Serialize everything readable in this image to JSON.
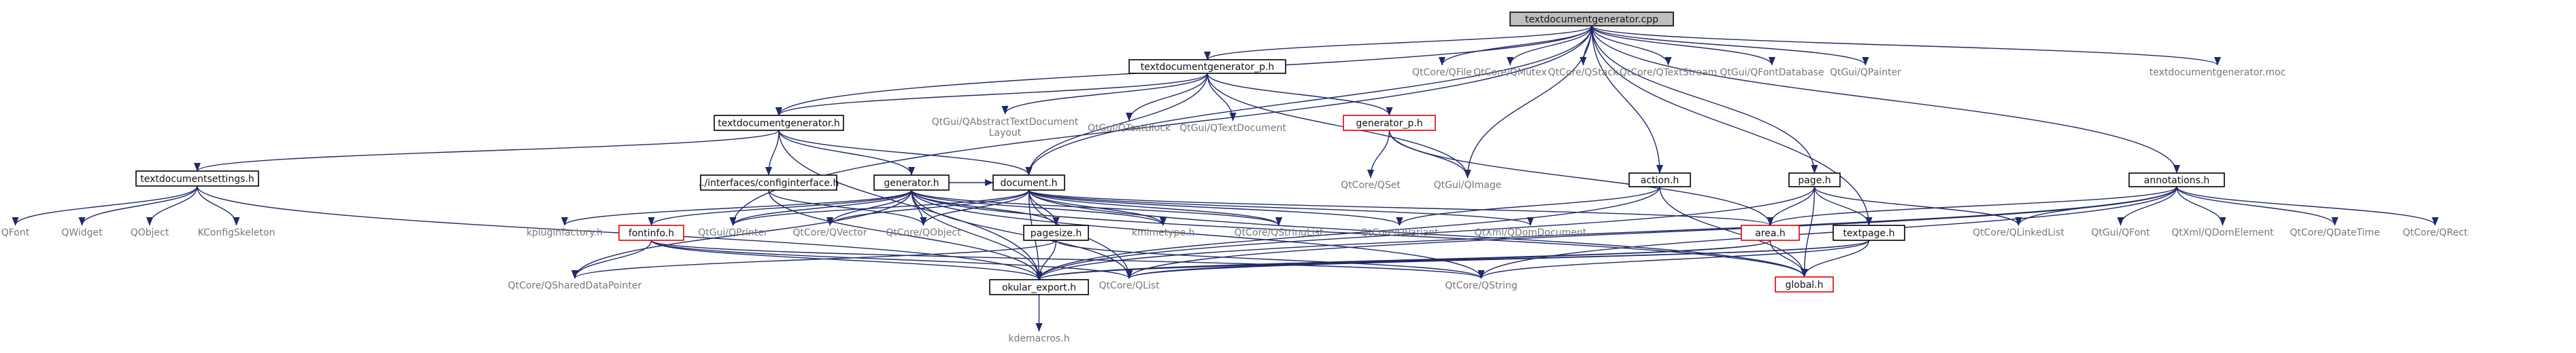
{
  "nodes": [
    {
      "id": "n0",
      "style": "root",
      "lines": [
        "textdocumentgenerator.cpp"
      ]
    },
    {
      "id": "n1",
      "style": "box",
      "lines": [
        "textdocumentgenerator_p.h"
      ]
    },
    {
      "id": "n2",
      "style": "none",
      "lines": [
        "QtCore/QFile"
      ]
    },
    {
      "id": "n3",
      "style": "none",
      "lines": [
        "QtCore/QMutex"
      ]
    },
    {
      "id": "n4",
      "style": "none",
      "lines": [
        "QtCore/QStack"
      ]
    },
    {
      "id": "n5",
      "style": "none",
      "lines": [
        "QtCore/QTextStream"
      ]
    },
    {
      "id": "n6",
      "style": "none",
      "lines": [
        "QtGui/QFontDatabase"
      ]
    },
    {
      "id": "n7",
      "style": "none",
      "lines": [
        "QtGui/QPainter"
      ]
    },
    {
      "id": "n8",
      "style": "none",
      "lines": [
        "textdocumentgenerator.moc"
      ]
    },
    {
      "id": "n9",
      "style": "box",
      "lines": [
        "textdocumentgenerator.h"
      ]
    },
    {
      "id": "n10",
      "style": "none",
      "lines": [
        "QtGui/QAbstractTextDocument",
        "Layout"
      ]
    },
    {
      "id": "n11",
      "style": "none",
      "lines": [
        "QtGui/QTextBlock"
      ]
    },
    {
      "id": "n12",
      "style": "none",
      "lines": [
        "QtGui/QTextDocument"
      ]
    },
    {
      "id": "n13",
      "style": "red",
      "lines": [
        "generator_p.h"
      ]
    },
    {
      "id": "n14",
      "style": "box",
      "lines": [
        "textdocumentsettings.h"
      ]
    },
    {
      "id": "n15",
      "style": "box",
      "lines": [
        "../interfaces/configinterface.h"
      ]
    },
    {
      "id": "n16",
      "style": "box",
      "lines": [
        "generator.h"
      ]
    },
    {
      "id": "n17",
      "style": "box",
      "lines": [
        "document.h"
      ]
    },
    {
      "id": "n18",
      "style": "none",
      "lines": [
        "QtCore/QSet"
      ]
    },
    {
      "id": "n19",
      "style": "none",
      "lines": [
        "QtGui/QImage"
      ]
    },
    {
      "id": "n20",
      "style": "box",
      "lines": [
        "action.h"
      ]
    },
    {
      "id": "n21",
      "style": "box",
      "lines": [
        "page.h"
      ]
    },
    {
      "id": "n22",
      "style": "box",
      "lines": [
        "annotations.h"
      ]
    },
    {
      "id": "n23",
      "style": "none",
      "lines": [
        "QFont"
      ]
    },
    {
      "id": "n24",
      "style": "none",
      "lines": [
        "QWidget"
      ]
    },
    {
      "id": "n25",
      "style": "none",
      "lines": [
        "QObject"
      ]
    },
    {
      "id": "n26",
      "style": "none",
      "lines": [
        "KConfigSkeleton"
      ]
    },
    {
      "id": "n27",
      "style": "none",
      "lines": [
        "kpluginfactory.h"
      ]
    },
    {
      "id": "n28",
      "style": "red",
      "lines": [
        "fontinfo.h"
      ]
    },
    {
      "id": "n29",
      "style": "none",
      "lines": [
        "QtGui/QPrinter"
      ]
    },
    {
      "id": "n30",
      "style": "none",
      "lines": [
        "QtCore/QVector"
      ]
    },
    {
      "id": "n31",
      "style": "none",
      "lines": [
        "QtCore/QObject"
      ]
    },
    {
      "id": "n32",
      "style": "box",
      "lines": [
        "pagesize.h"
      ]
    },
    {
      "id": "n33",
      "style": "none",
      "lines": [
        "kmimetype.h"
      ]
    },
    {
      "id": "n34",
      "style": "none",
      "lines": [
        "QtCore/QStringList"
      ]
    },
    {
      "id": "n35",
      "style": "none",
      "lines": [
        "QtCore/QVariant"
      ]
    },
    {
      "id": "n36",
      "style": "none",
      "lines": [
        "QtXml/QDomDocument"
      ]
    },
    {
      "id": "n37",
      "style": "red",
      "lines": [
        "area.h"
      ]
    },
    {
      "id": "n38",
      "style": "box",
      "lines": [
        "textpage.h"
      ]
    },
    {
      "id": "n39",
      "style": "none",
      "lines": [
        "QtCore/QLinkedList"
      ]
    },
    {
      "id": "n40",
      "style": "none",
      "lines": [
        "QtGui/QFont"
      ]
    },
    {
      "id": "n41",
      "style": "none",
      "lines": [
        "QtXml/QDomElement"
      ]
    },
    {
      "id": "n42",
      "style": "none",
      "lines": [
        "QtCore/QDateTime"
      ]
    },
    {
      "id": "n43",
      "style": "none",
      "lines": [
        "QtCore/QRect"
      ]
    },
    {
      "id": "n44",
      "style": "none",
      "lines": [
        "QtCore/QSharedDataPointer"
      ]
    },
    {
      "id": "n45",
      "style": "box",
      "lines": [
        "okular_export.h"
      ]
    },
    {
      "id": "n46",
      "style": "none",
      "lines": [
        "QtCore/QList"
      ]
    },
    {
      "id": "n47",
      "style": "none",
      "lines": [
        "QtCore/QString"
      ]
    },
    {
      "id": "n48",
      "style": "red",
      "lines": [
        "global.h"
      ]
    },
    {
      "id": "n49",
      "style": "none",
      "lines": [
        "kdemacros.h"
      ]
    }
  ],
  "edges": [
    [
      "n0",
      "n1"
    ],
    [
      "n0",
      "n2"
    ],
    [
      "n0",
      "n3"
    ],
    [
      "n0",
      "n4"
    ],
    [
      "n0",
      "n5"
    ],
    [
      "n0",
      "n6"
    ],
    [
      "n0",
      "n7"
    ],
    [
      "n0",
      "n8"
    ],
    [
      "n0",
      "n9"
    ],
    [
      "n0",
      "n17"
    ],
    [
      "n0",
      "n20"
    ],
    [
      "n0",
      "n21"
    ],
    [
      "n0",
      "n22"
    ],
    [
      "n0",
      "n29"
    ],
    [
      "n0",
      "n38"
    ],
    [
      "n0",
      "n19"
    ],
    [
      "n1",
      "n9"
    ],
    [
      "n1",
      "n10"
    ],
    [
      "n1",
      "n11"
    ],
    [
      "n1",
      "n12"
    ],
    [
      "n1",
      "n13"
    ],
    [
      "n1",
      "n19"
    ],
    [
      "n1",
      "n17"
    ],
    [
      "n9",
      "n14"
    ],
    [
      "n9",
      "n15"
    ],
    [
      "n9",
      "n16"
    ],
    [
      "n9",
      "n17"
    ],
    [
      "n9",
      "n45"
    ],
    [
      "n13",
      "n18"
    ],
    [
      "n13",
      "n19"
    ],
    [
      "n13",
      "n37"
    ],
    [
      "n14",
      "n23"
    ],
    [
      "n14",
      "n24"
    ],
    [
      "n14",
      "n25"
    ],
    [
      "n14",
      "n26"
    ],
    [
      "n14",
      "n45"
    ],
    [
      "n15",
      "n31"
    ],
    [
      "n15",
      "n45"
    ],
    [
      "n16",
      "n27"
    ],
    [
      "n16",
      "n28"
    ],
    [
      "n16",
      "n29"
    ],
    [
      "n16",
      "n30"
    ],
    [
      "n16",
      "n31"
    ],
    [
      "n16",
      "n32"
    ],
    [
      "n16",
      "n33"
    ],
    [
      "n16",
      "n17"
    ],
    [
      "n16",
      "n34"
    ],
    [
      "n16",
      "n44"
    ],
    [
      "n16",
      "n45"
    ],
    [
      "n16",
      "n46"
    ],
    [
      "n16",
      "n47"
    ],
    [
      "n16",
      "n48"
    ],
    [
      "n17",
      "n30"
    ],
    [
      "n17",
      "n31"
    ],
    [
      "n17",
      "n32"
    ],
    [
      "n17",
      "n33"
    ],
    [
      "n17",
      "n34"
    ],
    [
      "n17",
      "n35"
    ],
    [
      "n17",
      "n36"
    ],
    [
      "n17",
      "n37"
    ],
    [
      "n17",
      "n29"
    ],
    [
      "n17",
      "n45"
    ],
    [
      "n17",
      "n46"
    ],
    [
      "n17",
      "n48"
    ],
    [
      "n20",
      "n35"
    ],
    [
      "n20",
      "n45"
    ],
    [
      "n20",
      "n48"
    ],
    [
      "n21",
      "n37"
    ],
    [
      "n21",
      "n38"
    ],
    [
      "n21",
      "n39"
    ],
    [
      "n21",
      "n45"
    ],
    [
      "n21",
      "n48"
    ],
    [
      "n22",
      "n37"
    ],
    [
      "n22",
      "n39"
    ],
    [
      "n22",
      "n40"
    ],
    [
      "n22",
      "n41"
    ],
    [
      "n22",
      "n42"
    ],
    [
      "n22",
      "n43"
    ],
    [
      "n22",
      "n45"
    ],
    [
      "n22",
      "n47"
    ],
    [
      "n22",
      "n46"
    ],
    [
      "n28",
      "n44"
    ],
    [
      "n28",
      "n45"
    ],
    [
      "n28",
      "n46"
    ],
    [
      "n28",
      "n47"
    ],
    [
      "n32",
      "n44"
    ],
    [
      "n32",
      "n45"
    ],
    [
      "n32",
      "n47"
    ],
    [
      "n37",
      "n45"
    ],
    [
      "n37",
      "n46"
    ],
    [
      "n37",
      "n48"
    ],
    [
      "n38",
      "n45"
    ],
    [
      "n38",
      "n46"
    ],
    [
      "n38",
      "n47"
    ],
    [
      "n38",
      "n48"
    ],
    [
      "n45",
      "n49"
    ]
  ]
}
